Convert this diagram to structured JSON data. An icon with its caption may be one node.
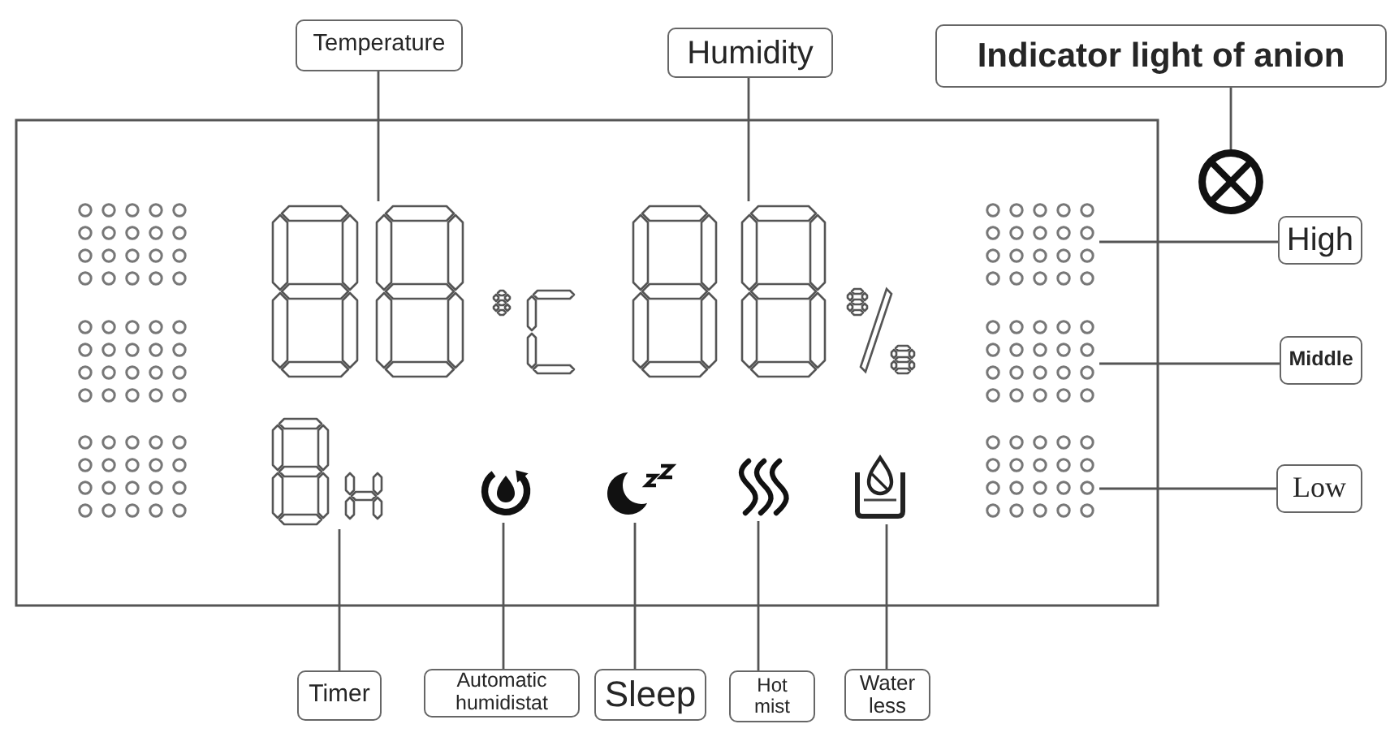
{
  "diagram": {
    "nodes": [
      {
        "text": [
          "Temperature"
        ]
      },
      {
        "text": [
          "Humidity"
        ]
      },
      {
        "text": [
          "Indicator light of anion"
        ]
      },
      {
        "text": [],
        "shape": "circle"
      },
      {
        "text": [],
        "shape": "picture"
      },
      {
        "text": [],
        "shape": "picture"
      },
      {
        "text": [],
        "shape": "picture"
      },
      {
        "text": [
          "High"
        ]
      },
      {
        "text": [],
        "shape": "picture"
      },
      {
        "text": [
          "Middle"
        ]
      },
      {
        "text": [],
        "shape": "picture"
      },
      {
        "text": [
          "Low"
        ]
      },
      {
        "text": [],
        "shape": "picture"
      },
      {
        "text": [],
        "shape": "picture"
      },
      {
        "text": [],
        "shape": "picture"
      },
      {
        "text": [],
        "shape": "picture"
      },
      {
        "text": [],
        "shape": "picture"
      },
      {
        "text": [
          "Timer"
        ]
      },
      {
        "text": [
          "Automatic humidistat"
        ]
      },
      {
        "text": [
          "Sleep"
        ]
      },
      {
        "text": [
          "Hot mist"
        ]
      },
      {
        "text": [
          "Water less"
        ]
      }
    ],
    "edges": [
      {
        "from": 0,
        "to": 4,
        "arrow": "none"
      },
      {
        "from": 1,
        "to": 5,
        "arrow": "none"
      },
      {
        "from": 2,
        "to": 3,
        "arrow": "none"
      },
      {
        "from": 7,
        "to": 6,
        "arrow": "none"
      },
      {
        "from": 9,
        "to": 8,
        "arrow": "none"
      },
      {
        "from": 11,
        "to": 10,
        "arrow": "none"
      },
      {
        "from": 17,
        "to": 12,
        "arrow": "none"
      },
      {
        "from": 18,
        "to": 13,
        "arrow": "none"
      },
      {
        "from": 19,
        "to": 14,
        "arrow": "none"
      },
      {
        "from": 20,
        "to": 15,
        "arrow": "none"
      },
      {
        "from": 21,
        "to": 16,
        "arrow": "none"
      }
    ]
  }
}
